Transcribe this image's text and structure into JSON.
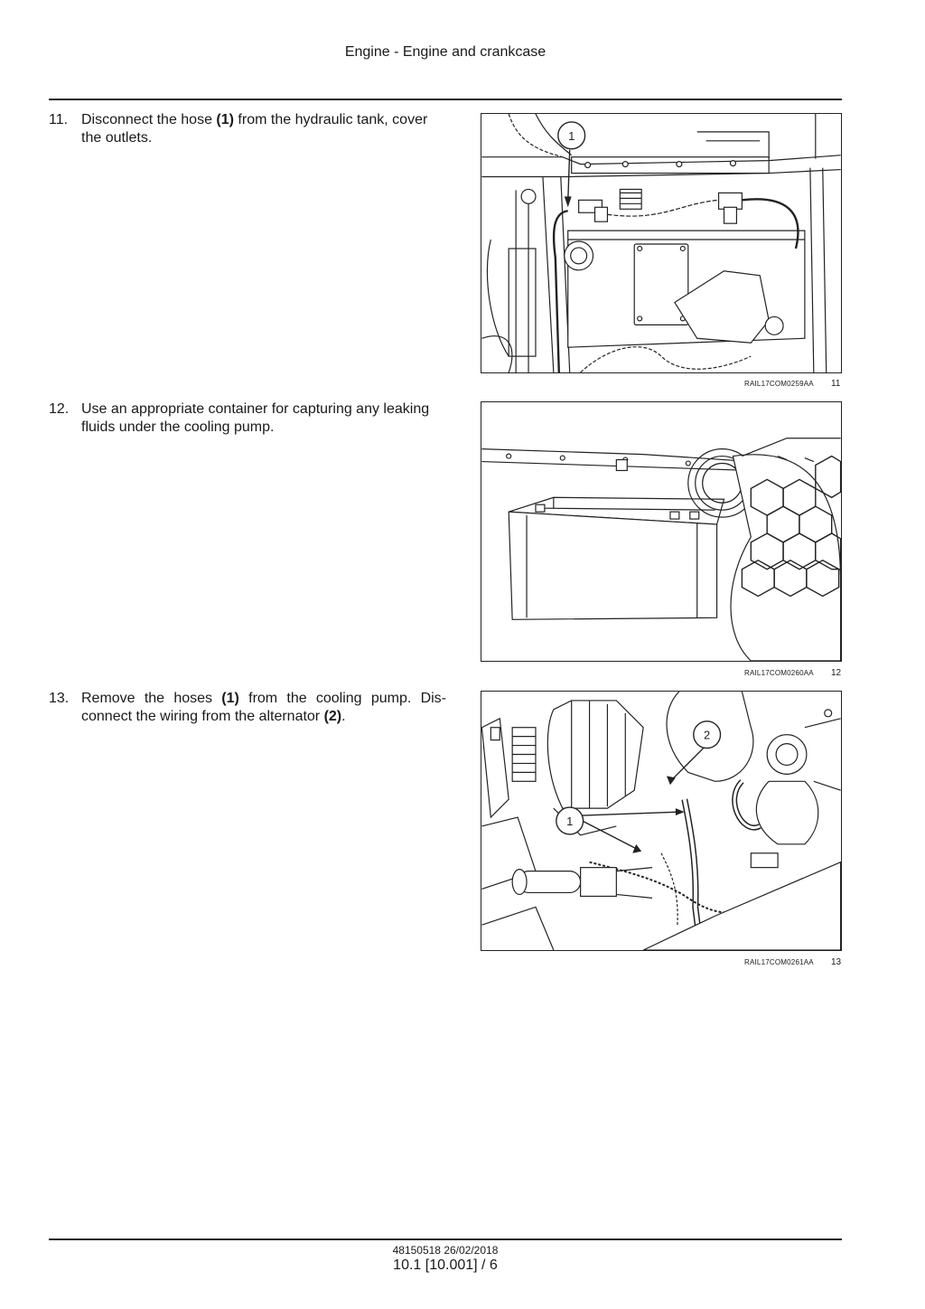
{
  "header": {
    "title": "Engine - Engine and crankcase"
  },
  "steps": [
    {
      "number": "11.",
      "parts": [
        "Disconnect the hose ",
        "(1)",
        " from the hydraulic tank, cover the outlets."
      ],
      "figure": {
        "code": "RAIL17COM0259AA",
        "number": "11",
        "callouts": [
          "1"
        ]
      }
    },
    {
      "number": "12.",
      "parts": [
        "Use an appropriate container for capturing any leaking fluids under the cooling pump."
      ],
      "figure": {
        "code": "RAIL17COM0260AA",
        "number": "12",
        "callouts": []
      }
    },
    {
      "number": "13.",
      "parts": [
        "Remove the hoses ",
        "(1)",
        " from the cooling pump. Dis- connect the wiring from the alternator ",
        "(2)",
        "."
      ],
      "figure": {
        "code": "RAIL17COM0261AA",
        "number": "13",
        "callouts": [
          "1",
          "2"
        ]
      }
    }
  ],
  "footer": {
    "doc_ref": "48150518 26/02/2018",
    "page": "10.1 [10.001] / 6"
  }
}
